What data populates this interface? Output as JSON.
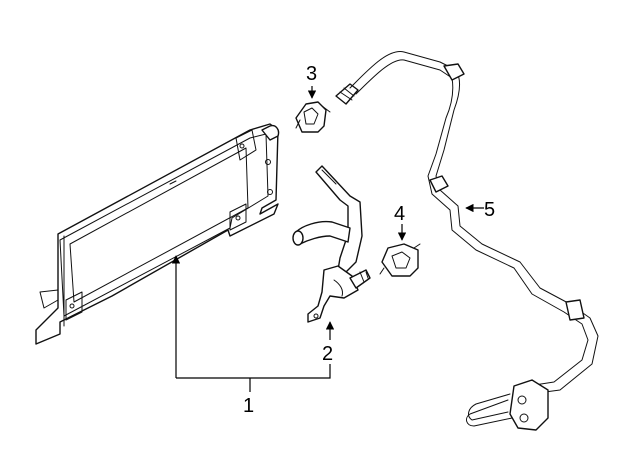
{
  "callouts": {
    "c1": "1",
    "c2": "2",
    "c3": "3",
    "c4": "4",
    "c5": "5"
  },
  "parts": [
    {
      "callout": "1",
      "name": "oil-cooler-icon"
    },
    {
      "callout": "2",
      "name": "inlet-tube-icon"
    },
    {
      "callout": "3",
      "name": "retainer-clip-icon"
    },
    {
      "callout": "4",
      "name": "retainer-clip-icon"
    },
    {
      "callout": "5",
      "name": "outlet-tube-icon"
    }
  ],
  "colors": {
    "line": "#111111",
    "background": "#ffffff"
  }
}
